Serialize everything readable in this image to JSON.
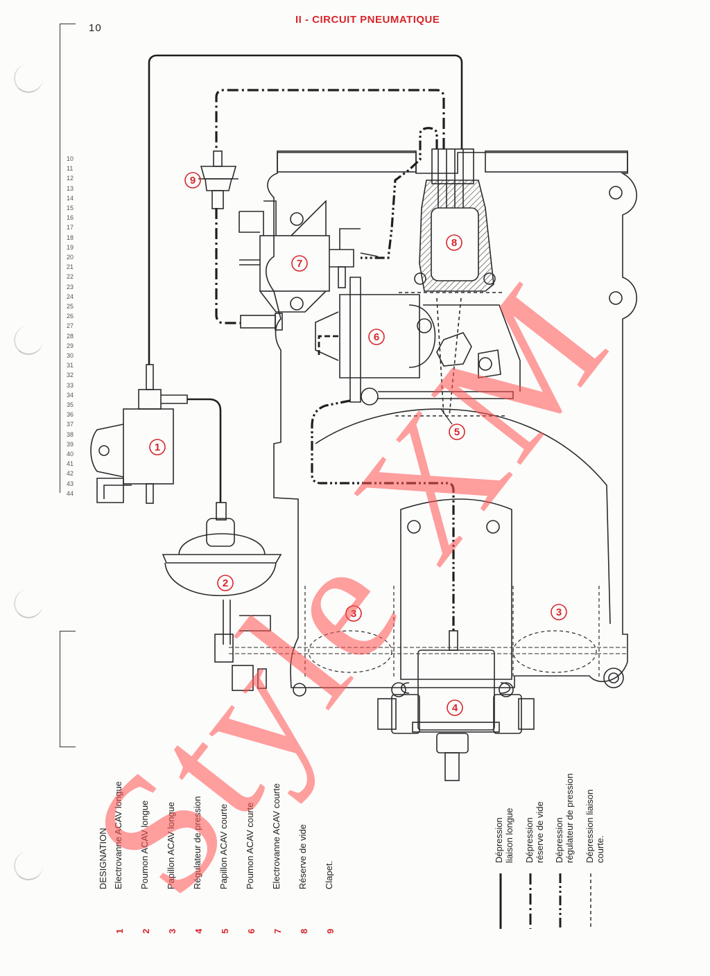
{
  "page": {
    "number": "10",
    "title": "II - CIRCUIT PNEUMATIQUE",
    "watermark": "Style XM"
  },
  "margin_index": [
    "10",
    "11",
    "12",
    "13",
    "14",
    "15",
    "16",
    "17",
    "18",
    "19",
    "20",
    "21",
    "22",
    "23",
    "24",
    "25",
    "26",
    "27",
    "28",
    "29",
    "30",
    "31",
    "32",
    "33",
    "34",
    "35",
    "36",
    "37",
    "38",
    "39",
    "40",
    "41",
    "42",
    "43",
    "44"
  ],
  "diagram": {
    "callouts": [
      "1",
      "2",
      "3",
      "3",
      "4",
      "5",
      "6",
      "7",
      "8",
      "9"
    ]
  },
  "legend": {
    "heading": "DESIGNATION",
    "items": [
      {
        "num": "1",
        "label": "Electrovanne ACAV longue"
      },
      {
        "num": "2",
        "label": "Poumon ACAV longue"
      },
      {
        "num": "3",
        "label": "Papillon ACAV longue"
      },
      {
        "num": "4",
        "label": "Régulateur de pression"
      },
      {
        "num": "5",
        "label": "Papillon ACAV courte"
      },
      {
        "num": "6",
        "label": "Poumon ACAV courte"
      },
      {
        "num": "7",
        "label": "Electrovanne ACAV courte"
      },
      {
        "num": "8",
        "label": "Réserve de vide"
      },
      {
        "num": "9",
        "label": "Clapet."
      }
    ]
  },
  "line_key": [
    {
      "style": "solid",
      "line1": "Dépression",
      "line2": "liaison longue"
    },
    {
      "style": "dash-dot",
      "line1": "Dépression",
      "line2": "réserve de vide"
    },
    {
      "style": "dash-dot-dot",
      "line1": "Dépression",
      "line2": "régulateur de pression"
    },
    {
      "style": "dashed",
      "line1": "Dépression liaison",
      "line2": "courte."
    }
  ],
  "colors": {
    "accent": "#d6262b",
    "ink": "#1e1e1e",
    "watermark": "#ff5050"
  }
}
